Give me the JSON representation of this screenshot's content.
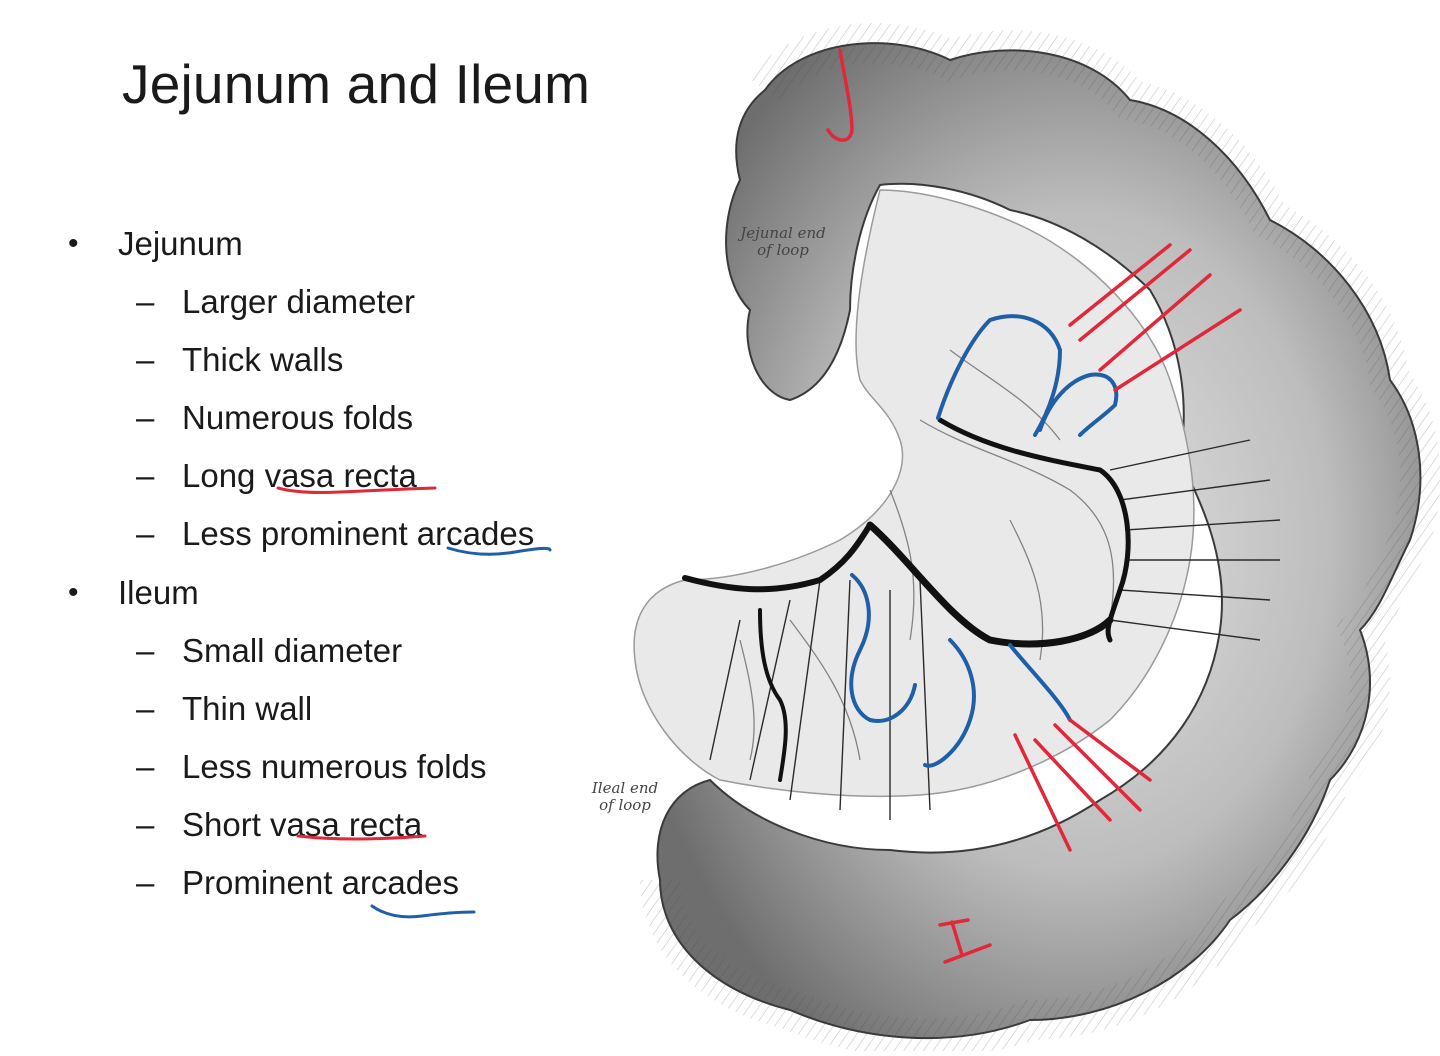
{
  "title": "Jejunum and Ileum",
  "sections": [
    {
      "heading": "Jejunum",
      "items": [
        "Larger diameter",
        "Thick walls",
        "Numerous folds",
        "Long vasa recta",
        "Less prominent arcades"
      ]
    },
    {
      "heading": "Ileum",
      "items": [
        "Small diameter",
        "Thin wall",
        "Less numerous folds",
        "Short vasa recta",
        "Prominent arcades"
      ]
    }
  ],
  "figure": {
    "jejunal_label": "Jejunal end of loop",
    "ileal_label": "Ileal end of loop",
    "handwritten_marks": [
      "J",
      "I"
    ]
  },
  "colors": {
    "vasa_recta_marker": "#e0283a",
    "arcade_marker": "#1f5fa8",
    "bowel_shade": "#8a8a8a",
    "vessel": "#1a1a1a"
  }
}
